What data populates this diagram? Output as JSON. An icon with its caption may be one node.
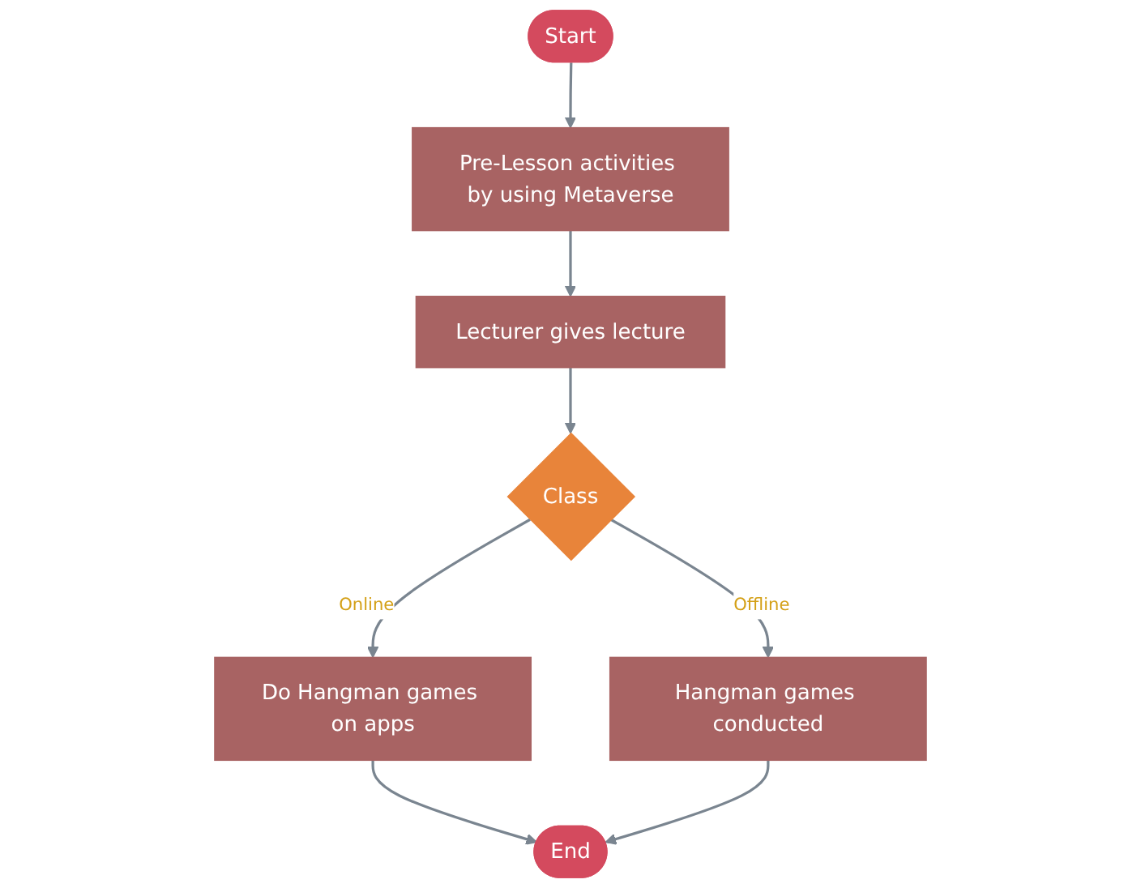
{
  "diagram": {
    "nodes": [
      {
        "text": [
          "Start"
        ]
      },
      {
        "text": [
          "Pre-Lesson activities by using Metaverse"
        ]
      },
      {
        "text": [
          "Lecturer gives lecture"
        ]
      },
      {
        "text": [
          "Do Hangman games on apps"
        ]
      },
      {
        "text": [
          "Class"
        ]
      },
      {
        "text": [
          "End"
        ]
      },
      {
        "text": [
          "Hangman games conducted"
        ]
      }
    ],
    "edges": [
      {
        "from": 0,
        "to": 1,
        "arrow": "to"
      },
      {
        "from": 1,
        "to": 2,
        "arrow": "to"
      },
      {
        "from": 2,
        "to": 4,
        "arrow": "to"
      },
      {
        "from": 4,
        "to": 3,
        "arrow": "to",
        "label": "Online"
      },
      {
        "from": 4,
        "to": 6,
        "arrow": "to",
        "label": "Offline"
      },
      {
        "from": 3,
        "to": 5,
        "arrow": "to"
      },
      {
        "from": 6,
        "to": 5,
        "arrow": "to"
      }
    ]
  }
}
